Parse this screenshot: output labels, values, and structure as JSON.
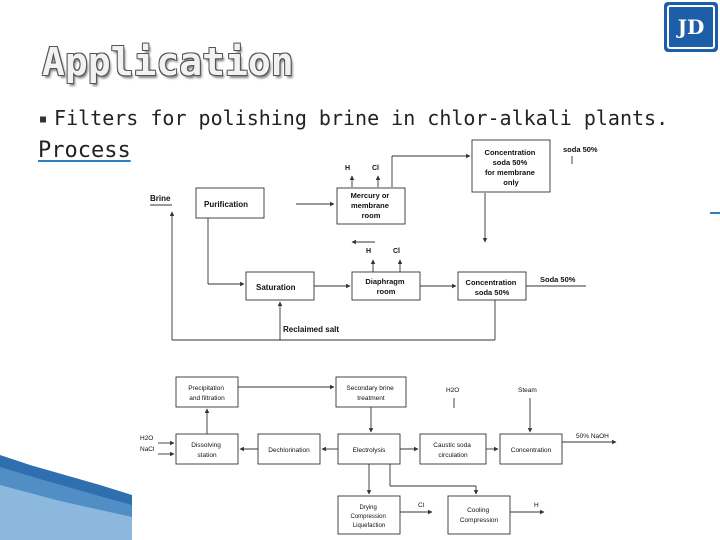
{
  "slide": {
    "title": "Application",
    "bullet": "Filters for polishing brine in chlor-alkali plants.",
    "process_label": "Process",
    "logo_text": "JD"
  },
  "upper_diagram": {
    "brine": "Brine",
    "purification": "Purification",
    "h2_top": "H",
    "cl2_top": "Cl",
    "mercury_or_membrane_room": [
      "Mercury or",
      "membrane",
      "room"
    ],
    "concentration_membrane": [
      "Concentration",
      "soda 50%",
      "for membrane",
      "only"
    ],
    "soda_50_top": "soda 50%",
    "h2_mid": "H",
    "cl2_mid": "Cl",
    "saturation": "Saturation",
    "diaphragm_room": [
      "Diaphragm",
      "room"
    ],
    "concentration_diaphragm": [
      "Concentration",
      "soda 50%"
    ],
    "soda_50_right": "Soda 50%",
    "reclaimed_salt": "Reclaimed salt"
  },
  "lower_diagram": {
    "precipitation": [
      "Precipitation",
      "and filtration"
    ],
    "secondary_brine": [
      "Secondary brine",
      "treatment"
    ],
    "h2o_top": "H2O",
    "steam": "Steam",
    "h2o_left": "H2O",
    "nacl": "NaCl",
    "dissolving": [
      "Dissolving",
      "station"
    ],
    "dechlorination": "Dechlorination",
    "electrolysis": "Electrolysis",
    "caustic_soda": [
      "Caustic soda",
      "circulation"
    ],
    "concentration": "Concentration",
    "naoh_50": "50% NaOH",
    "drying": [
      "Drying",
      "Compression",
      "Liquefaction"
    ],
    "cl2_out": "Cl",
    "cooling": [
      "Cooling",
      "Compression"
    ],
    "h2_out": "H"
  },
  "colors": {
    "accent": "#2e7fbf",
    "logo": "#1c5fa8"
  }
}
